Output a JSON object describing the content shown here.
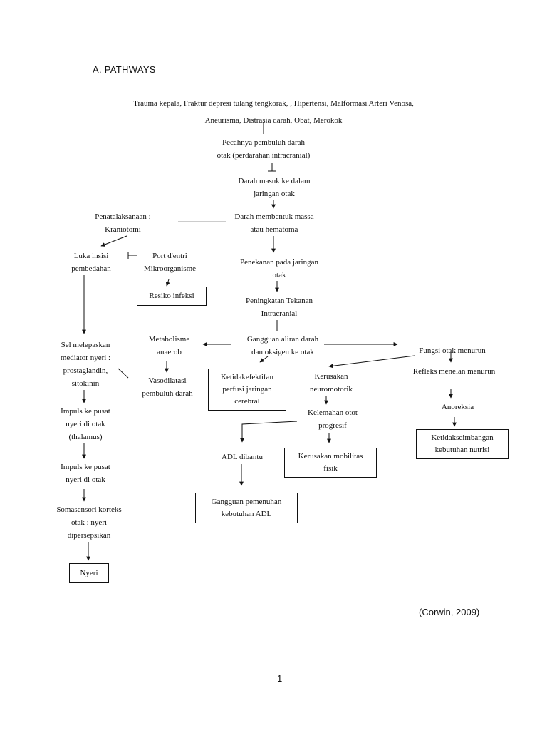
{
  "heading": "A.  PATHWAYS",
  "causes": [
    "Trauma kepala, Fraktur depresi tulang tengkorak,  , Hipertensi, Malformasi Arteri Venosa,",
    "Aneurisma, Distrasia darah, Obat, Merokok"
  ],
  "nodes": {
    "pecahnya": [
      "Pecahnya pembuluh darah",
      "otak (perdarahan intracranial)"
    ],
    "darah_masuk": [
      "Darah masuk ke dalam",
      "jaringan otak"
    ],
    "hematoma": [
      "Darah membentuk massa",
      "atau hematoma"
    ],
    "penatalaksanaan": [
      "Penatalaksanaan :",
      "Kraniotomi"
    ],
    "luka": [
      "Luka insisi",
      "pembedahan"
    ],
    "port": [
      "Port d'entri",
      "Mikroorganisme"
    ],
    "resiko": [
      "Resiko infeksi"
    ],
    "penekanan": [
      "Penekanan pada jaringan",
      "otak"
    ],
    "tik": [
      "Peningkatan Tekanan",
      "Intracranial"
    ],
    "gangguan_aliran": [
      "Gangguan aliran darah",
      "dan oksigen ke otak"
    ],
    "metabolisme": [
      "Metabolisme",
      "anaerob"
    ],
    "vasodilatasi": [
      "Vasodilatasi",
      "pembuluh darah"
    ],
    "perfusi": [
      "Ketidakefektifan",
      "perfusi jaringan",
      "cerebral"
    ],
    "neuromotorik": [
      "Kerusakan",
      "neuromotorik"
    ],
    "kelemahan": [
      "Kelemahan otot",
      "progresif"
    ],
    "adl_dibantu": [
      "ADL dibantu"
    ],
    "mobilitas": [
      "Kerusakan mobilitas",
      "fisik"
    ],
    "gangguan_adl": [
      "Gangguan pemenuhan",
      "kebutuhan ADL"
    ],
    "fungsi": [
      "Fungsi otak menurun"
    ],
    "refleks": [
      "Refleks menelan menurun"
    ],
    "anoreksia": [
      "Anoreksia"
    ],
    "nutrisi": [
      "Ketidakseimbangan",
      "kebutuhan nutrisi"
    ],
    "sel": [
      "Sel melepaskan",
      "mediator nyeri :",
      "prostaglandin,",
      "sitokinin"
    ],
    "impuls1": [
      "Impuls ke pusat",
      "nyeri di otak",
      "(thalamus)"
    ],
    "impuls2": [
      "Impuls ke pusat",
      "nyeri di otak"
    ],
    "somasensori": [
      "Somasensori korteks",
      "otak :  nyeri",
      "dipersepsikan"
    ],
    "nyeri": [
      "Nyeri"
    ]
  },
  "citation": "(Corwin, 2009)",
  "page_number": "1"
}
